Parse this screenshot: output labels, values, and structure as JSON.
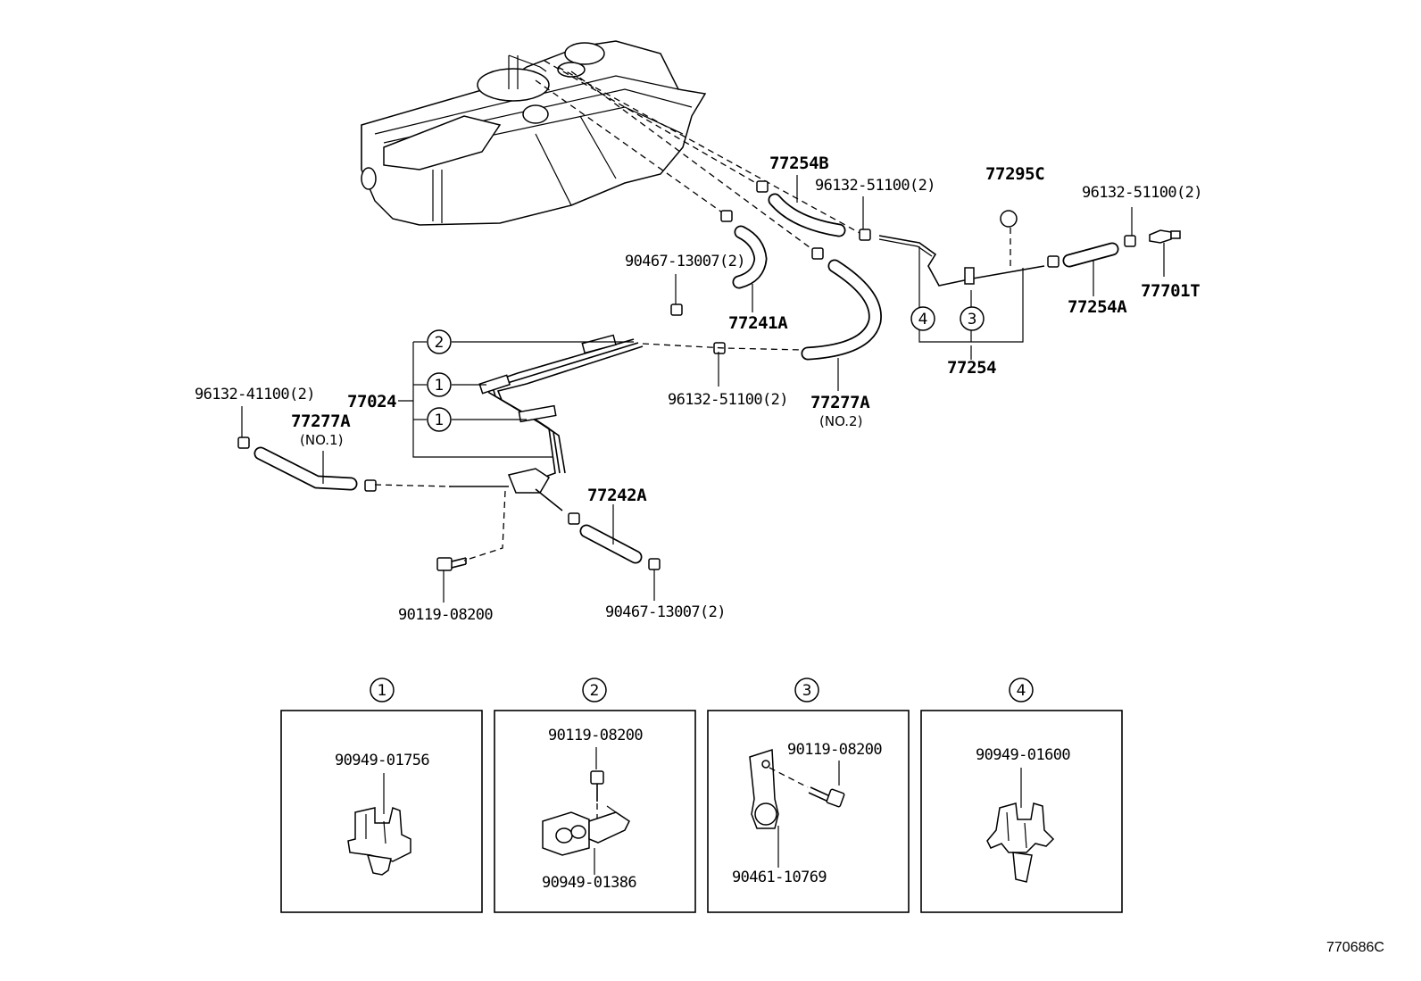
{
  "labels": {
    "l77254B": "77254B",
    "l96132_51100_top": "96132-51100(2)",
    "l77295C": "77295C",
    "l96132_51100_right": "96132-51100(2)",
    "l90467_13007_top": "90467-13007(2)",
    "l77241A": "77241A",
    "l77701T": "77701T",
    "l77254A": "77254A",
    "l77254": "77254",
    "l77024": "77024",
    "l96132_41100": "96132-41100(2)",
    "l77277A_no1": "77277A",
    "l_no1": "(NO.1)",
    "l96132_51100_mid": "96132-51100(2)",
    "l77277A_no2": "77277A",
    "l_no2": "(NO.2)",
    "l77242A": "77242A",
    "l90119_08200_main": "90119-08200",
    "l90467_13007_bottom": "90467-13007(2)"
  },
  "callouts": {
    "c1": "1",
    "c2": "2",
    "c3": "3",
    "c4": "4"
  },
  "details": [
    {
      "number": "1",
      "parts": [
        "90949-01756"
      ]
    },
    {
      "number": "2",
      "parts": [
        "90119-08200",
        "90949-01386"
      ]
    },
    {
      "number": "3",
      "parts": [
        "90119-08200",
        "90461-10769"
      ]
    },
    {
      "number": "4",
      "parts": [
        "90949-01600"
      ]
    }
  ],
  "reference_code": "770686C"
}
